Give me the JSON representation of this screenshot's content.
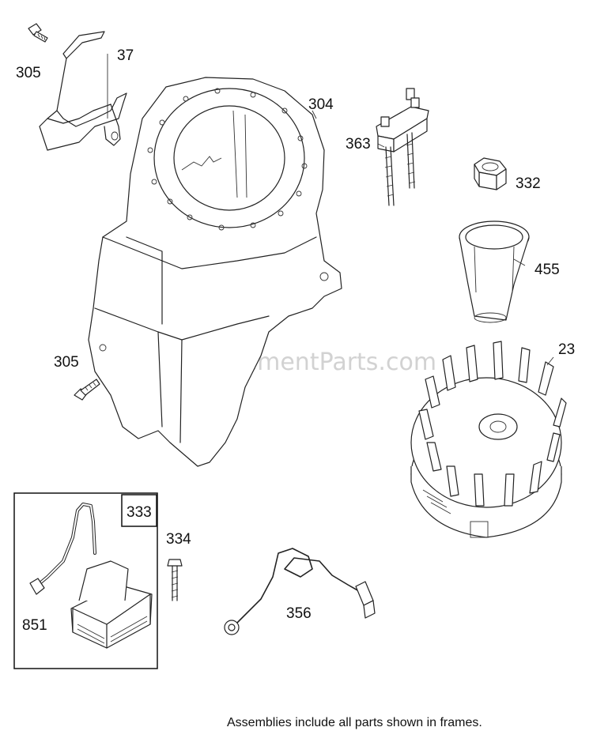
{
  "watermark": "eReplacementParts.com",
  "footer_note": "Assemblies include all parts shown in frames.",
  "callouts": {
    "p305_top": "305",
    "p37": "37",
    "p304": "304",
    "p363": "363",
    "p332": "332",
    "p455": "455",
    "p305_mid": "305",
    "p23": "23",
    "p333": "333",
    "p334": "334",
    "p851": "851",
    "p356": "356"
  }
}
